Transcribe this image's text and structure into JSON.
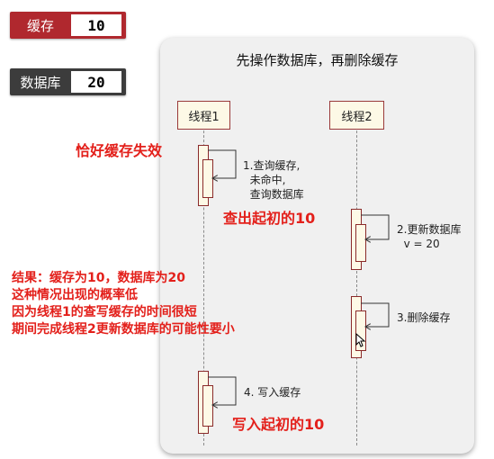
{
  "cache": {
    "label": "缓存",
    "value": "10"
  },
  "database": {
    "label": "数据库",
    "value": "20"
  },
  "diagram": {
    "title": "先操作数据库，再删除缓存",
    "actors": [
      "线程1",
      "线程2"
    ],
    "steps": [
      "1.查询缓存,\n  未命中,\n  查询数据库",
      "2.更新数据库\n  v = 20",
      "3.删除缓存",
      "4. 写入缓存"
    ]
  },
  "annotations": {
    "cache_expired": "恰好缓存失效",
    "query_initial": "查出起初的10",
    "write_initial": "写入起初的10",
    "result_lines": [
      "结果：缓存为10，数据库为20",
      "这种情况出现的概率低",
      "因为线程1的查写缓存的时间很短",
      "期间完成线程2更新数据库的可能性要小"
    ]
  },
  "colors": {
    "red_text": "#e3201b",
    "cache_badge": "#b0282e",
    "db_badge": "#3c3c3c"
  },
  "icons": [
    "mouse-cursor-icon"
  ]
}
